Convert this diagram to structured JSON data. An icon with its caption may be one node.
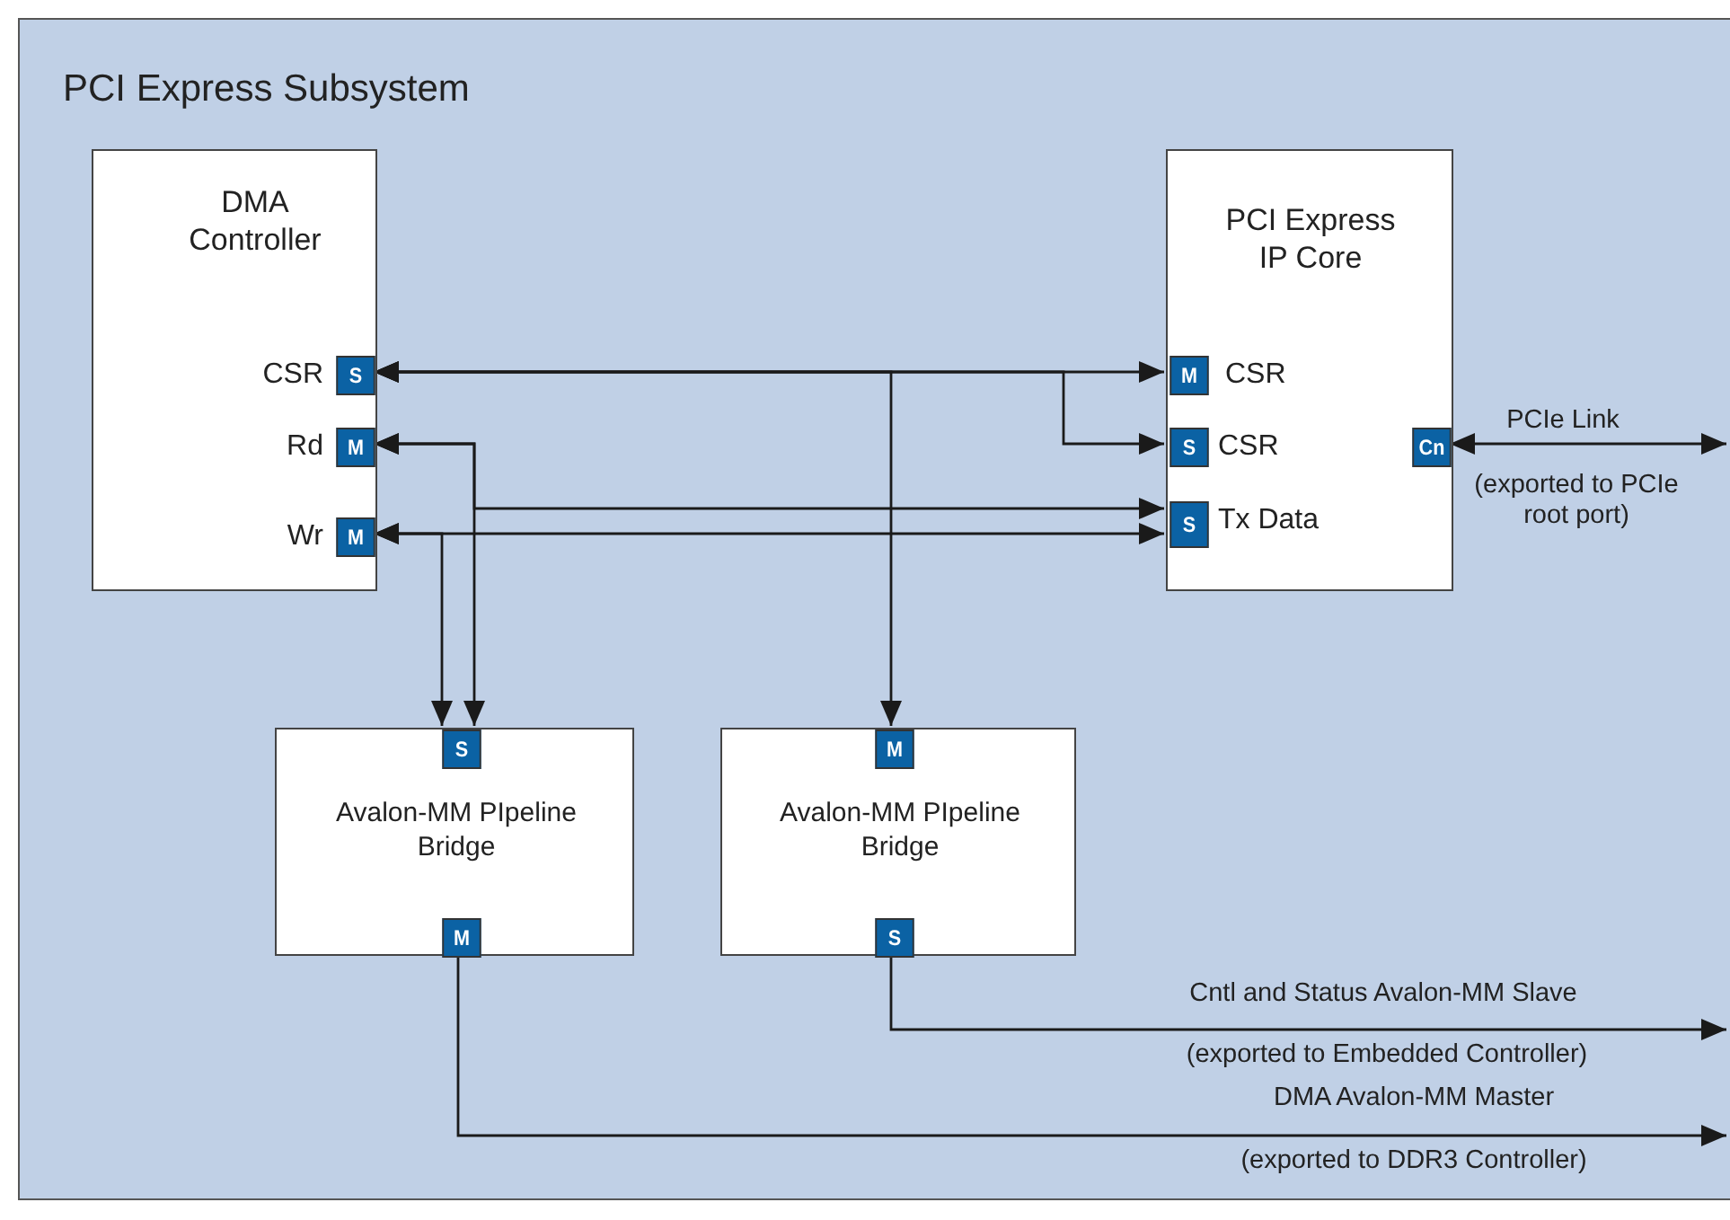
{
  "diagram": {
    "nodes": [
      {
        "text": [
          "PCI Express Subsystem"
        ]
      },
      {
        "text": [
          "DMA Controller"
        ],
        "in": 0
      },
      {
        "text": [
          "S"
        ],
        "in": 1,
        "beside": [
          "CSR"
        ]
      },
      {
        "text": [
          "M"
        ],
        "in": 1,
        "beside": [
          "Rd"
        ]
      },
      {
        "text": [
          "M"
        ],
        "in": 1,
        "beside": [
          "Wr"
        ]
      },
      {
        "text": [
          "PCI Express IP Core"
        ],
        "in": 0
      },
      {
        "text": [
          "M"
        ],
        "in": 5,
        "beside": [
          "CSR"
        ]
      },
      {
        "text": [
          "S"
        ],
        "in": 5,
        "beside": [
          "CSR"
        ]
      },
      {
        "text": [
          "S"
        ],
        "in": 5,
        "beside": [
          "Tx Data"
        ]
      },
      {
        "text": [
          "Cn"
        ],
        "in": 5
      },
      {
        "text": [
          "Avalon-MM PIpeline Bridge"
        ],
        "in": 0
      },
      {
        "text": [
          "S"
        ],
        "in": 10
      },
      {
        "text": [
          "M"
        ],
        "in": 10
      },
      {
        "text": [
          "Avalon-MM PIpeline Bridge"
        ],
        "in": 0
      },
      {
        "text": [
          "M"
        ],
        "in": 13
      },
      {
        "text": [
          "S"
        ],
        "in": 13
      }
    ],
    "edges": [
      {
        "from": 2,
        "to": 6,
        "arrow": "both"
      },
      {
        "from": 2,
        "to": 7,
        "arrow": "both"
      },
      {
        "from": 2,
        "to": 14,
        "arrow": "both"
      },
      {
        "from": 3,
        "to": 8,
        "arrow": "both"
      },
      {
        "from": 3,
        "to": 11,
        "arrow": "both"
      },
      {
        "from": 4,
        "to": 8,
        "arrow": "both"
      },
      {
        "from": 4,
        "to": 11,
        "arrow": "both"
      },
      {
        "from": 9,
        "to": null,
        "arrow": "both",
        "label": "PCIe Link"
      },
      {
        "from": 15,
        "to": null,
        "arrow": "to",
        "label": "Cntl and Status Avalon-MM Slave"
      },
      {
        "from": 12,
        "to": null,
        "arrow": "to",
        "label": "DMA Avalon-MM Master"
      }
    ],
    "labels": [
      "(exported to PCIe root port)",
      "(exported to Embedded Controller)",
      "(exported to DDR3 Controller)"
    ]
  }
}
